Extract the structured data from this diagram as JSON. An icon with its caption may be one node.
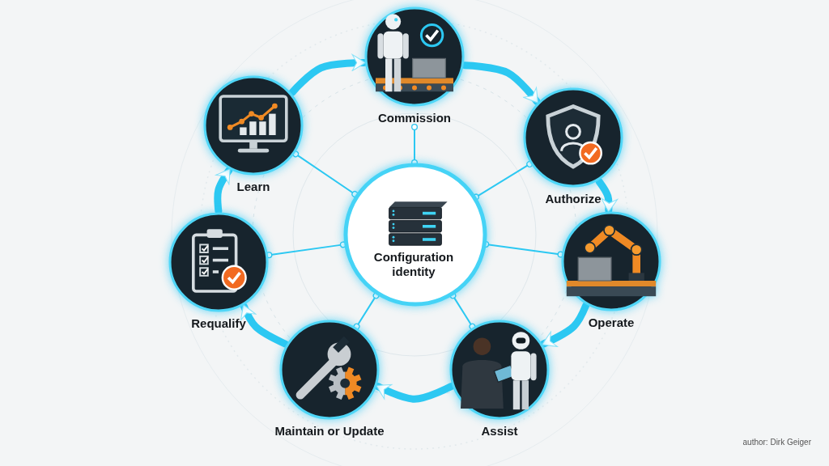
{
  "diagram": {
    "nodes": [
      {
        "text": [
          "Commission"
        ]
      },
      {
        "text": [
          "Authorize"
        ]
      },
      {
        "text": [
          "Operate"
        ]
      },
      {
        "text": [
          "Assist"
        ]
      },
      {
        "text": [
          "Maintain or Update"
        ]
      },
      {
        "text": [
          "Requalify"
        ]
      },
      {
        "text": [
          "Learn"
        ]
      },
      {
        "text": [
          "Configuration identity"
        ]
      }
    ],
    "edges": [
      {
        "from": 0,
        "to": 1,
        "arrow": "to",
        "style": "thick"
      },
      {
        "from": 1,
        "to": 2,
        "arrow": "to",
        "style": "thick"
      },
      {
        "from": 2,
        "to": 3,
        "arrow": "to",
        "style": "thick"
      },
      {
        "from": 3,
        "to": 4,
        "arrow": "to",
        "style": "thick"
      },
      {
        "from": 4,
        "to": 5,
        "arrow": "to",
        "style": "thick"
      },
      {
        "from": 5,
        "to": 6,
        "arrow": "to",
        "style": "thick"
      },
      {
        "from": 6,
        "to": 0,
        "arrow": "to",
        "style": "thick"
      },
      {
        "from": 7,
        "to": 0,
        "arrow": "other"
      },
      {
        "from": 7,
        "to": 1,
        "arrow": "other"
      },
      {
        "from": 7,
        "to": 2,
        "arrow": "other"
      },
      {
        "from": 7,
        "to": 3,
        "arrow": "other"
      },
      {
        "from": 7,
        "to": 4,
        "arrow": "other"
      },
      {
        "from": 7,
        "to": 5,
        "arrow": "other"
      },
      {
        "from": 7,
        "to": 6,
        "arrow": "other"
      }
    ],
    "labels": [
      "author: Dirk Geiger"
    ]
  }
}
